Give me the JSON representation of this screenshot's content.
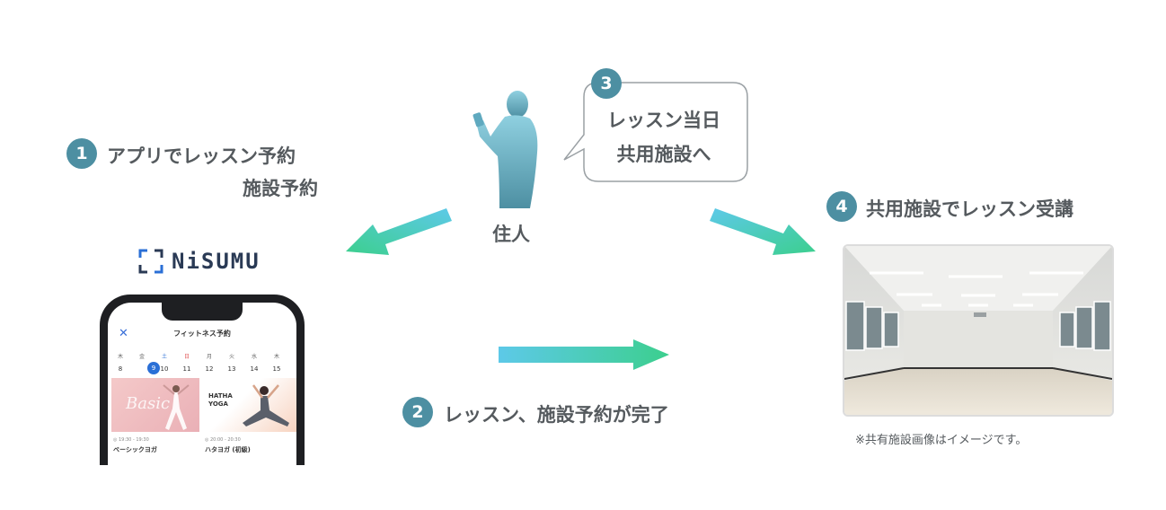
{
  "steps": {
    "s1": {
      "number": "1",
      "line1": "アプリでレッスン予約",
      "line2": "施設予約"
    },
    "s2": {
      "number": "2",
      "text": "レッスン、施設予約が完了"
    },
    "s3": {
      "number": "3",
      "line1": "レッスン当日",
      "line2": "共用施設へ"
    },
    "s4": {
      "number": "4",
      "text": "共用施設でレッスン受講"
    }
  },
  "resident": {
    "label": "住人"
  },
  "logo": {
    "text": "NiSUMU"
  },
  "app": {
    "title": "フィットネス予約",
    "close_icon": "close-icon",
    "weekdays": [
      "木",
      "金",
      "土",
      "日",
      "月",
      "火",
      "水",
      "木"
    ],
    "dates": [
      "8",
      "9",
      "10",
      "11",
      "12",
      "13",
      "14",
      "15"
    ],
    "selected_date": "9",
    "cards": [
      {
        "image_word": "Basic",
        "time": "◎ 19:30 - 19:30",
        "name": "ベーシックヨガ"
      },
      {
        "image_word": "HATHA YOGA",
        "time": "◎ 20:00 - 20:30",
        "name": "ハタヨガ (初級)"
      }
    ]
  },
  "photo_note": "※共有施設画像はイメージです。",
  "colors": {
    "badge": "#4d8fa2",
    "arrow_start": "#5dc9e8",
    "arrow_end": "#3ccf8e",
    "text": "#555a5e",
    "resident": "#6fb3c9"
  }
}
